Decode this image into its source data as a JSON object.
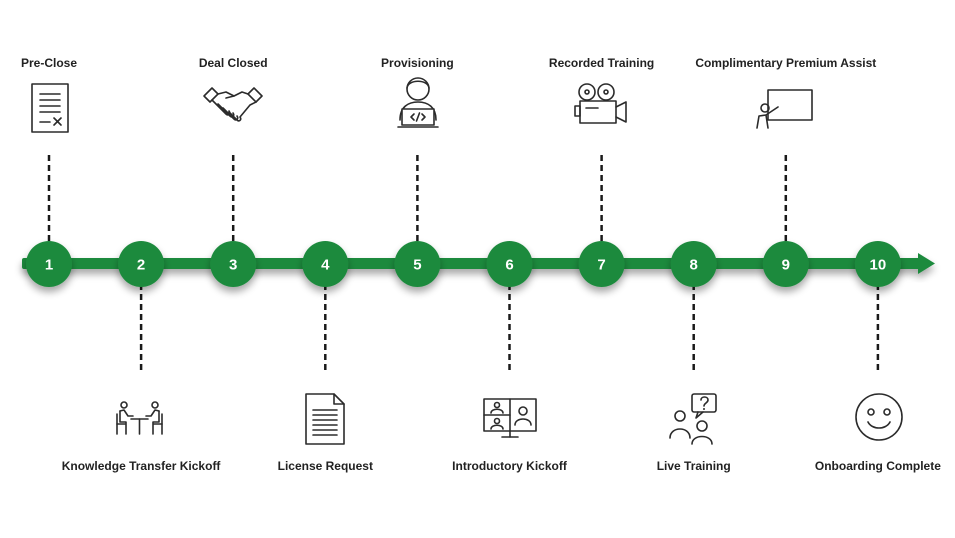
{
  "colors": {
    "accent": "#1f8a3e",
    "text": "#222222",
    "connector": "#1a1a1a"
  },
  "steps": [
    {
      "number": "1",
      "label": "Pre-Close",
      "position": "top",
      "icon": "document-signature-icon"
    },
    {
      "number": "2",
      "label": "Knowledge Transfer Kickoff",
      "position": "bottom",
      "icon": "meeting-table-icon"
    },
    {
      "number": "3",
      "label": "Deal Closed",
      "position": "top",
      "icon": "handshake-icon"
    },
    {
      "number": "4",
      "label": "License Request",
      "position": "bottom",
      "icon": "document-icon"
    },
    {
      "number": "5",
      "label": "Provisioning",
      "position": "top",
      "icon": "developer-laptop-icon"
    },
    {
      "number": "6",
      "label": "Introductory Kickoff",
      "position": "bottom",
      "icon": "video-call-monitor-icon"
    },
    {
      "number": "7",
      "label": "Recorded Training",
      "position": "top",
      "icon": "film-camera-icon"
    },
    {
      "number": "8",
      "label": "Live Training",
      "position": "bottom",
      "icon": "question-people-icon"
    },
    {
      "number": "9",
      "label": "Complimentary Premium Assist",
      "position": "top",
      "icon": "presenter-board-icon"
    },
    {
      "number": "10",
      "label": "Onboarding Complete",
      "position": "bottom",
      "icon": "smiley-face-icon"
    }
  ]
}
